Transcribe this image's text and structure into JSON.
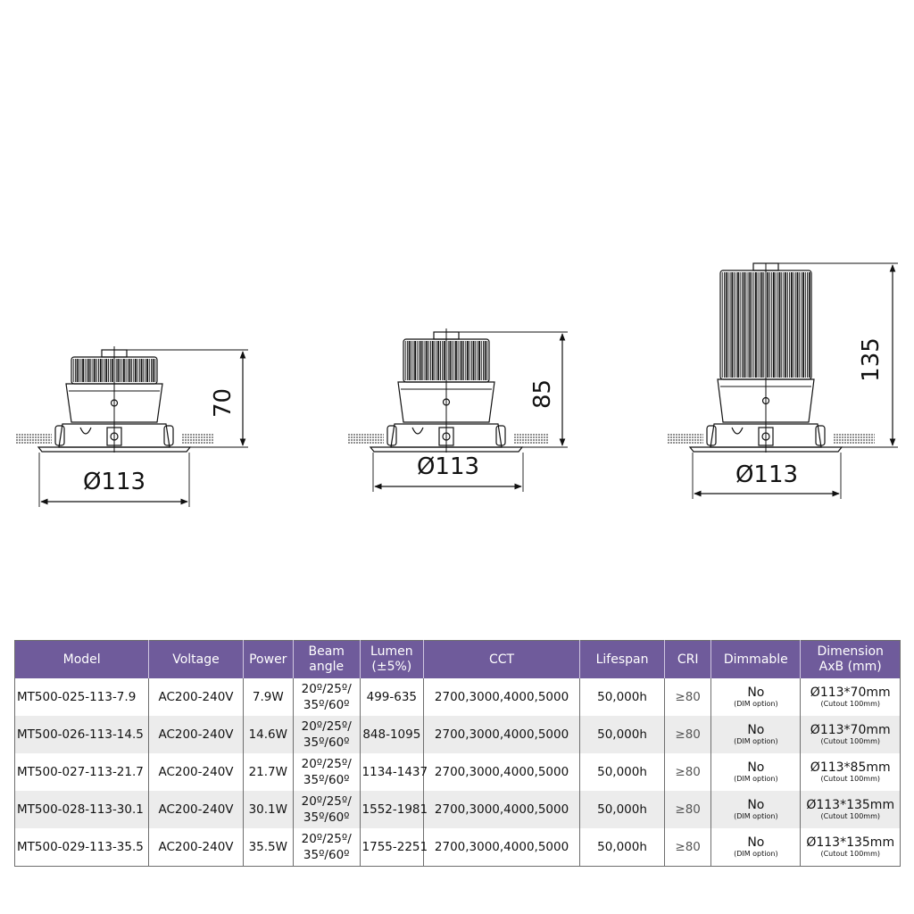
{
  "drawings": [
    {
      "height_label": "70",
      "diameter_label": "Ø113"
    },
    {
      "height_label": "85",
      "diameter_label": "Ø113"
    },
    {
      "height_label": "135",
      "diameter_label": "Ø113"
    }
  ],
  "table": {
    "headers": {
      "model": "Model",
      "voltage": "Voltage",
      "power": "Power",
      "beam_1": "Beam",
      "beam_2": "angle",
      "lumen_1": "Lumen",
      "lumen_2": "(±5%)",
      "cct": "CCT",
      "lifespan": "Lifespan",
      "cri": "CRI",
      "dimmable": "Dimmable",
      "dimension_1": "Dimension",
      "dimension_2": "AxB (mm)"
    },
    "rows": [
      {
        "model": "MT500-025-113-7.9",
        "voltage": "AC200-240V",
        "power": "7.9W",
        "beam_1": "20º/25º/",
        "beam_2": "35º/60º",
        "lumen": "499-635",
        "cct": "2700,3000,4000,5000",
        "lifespan": "50,000h",
        "cri": "≥80",
        "dimmable": "No",
        "dim_option": "(DIM option)",
        "dimension": "Ø113*70mm",
        "cutout": "(Cutout 100mm)"
      },
      {
        "model": "MT500-026-113-14.5",
        "voltage": "AC200-240V",
        "power": "14.6W",
        "beam_1": "20º/25º/",
        "beam_2": "35º/60º",
        "lumen": "848-1095",
        "cct": "2700,3000,4000,5000",
        "lifespan": "50,000h",
        "cri": "≥80",
        "dimmable": "No",
        "dim_option": "(DIM option)",
        "dimension": "Ø113*70mm",
        "cutout": "(Cutout 100mm)"
      },
      {
        "model": "MT500-027-113-21.7",
        "voltage": "AC200-240V",
        "power": "21.7W",
        "beam_1": "20º/25º/",
        "beam_2": "35º/60º",
        "lumen": "1134-1437",
        "cct": "2700,3000,4000,5000",
        "lifespan": "50,000h",
        "cri": "≥80",
        "dimmable": "No",
        "dim_option": "(DIM option)",
        "dimension": "Ø113*85mm",
        "cutout": "(Cutout 100mm)"
      },
      {
        "model": "MT500-028-113-30.1",
        "voltage": "AC200-240V",
        "power": "30.1W",
        "beam_1": "20º/25º/",
        "beam_2": "35º/60º",
        "lumen": "1552-1981",
        "cct": "2700,3000,4000,5000",
        "lifespan": "50,000h",
        "cri": "≥80",
        "dimmable": "No",
        "dim_option": "(DIM option)",
        "dimension": "Ø113*135mm",
        "cutout": "(Cutout 100mm)"
      },
      {
        "model": "MT500-029-113-35.5",
        "voltage": "AC200-240V",
        "power": "35.5W",
        "beam_1": "20º/25º/",
        "beam_2": "35º/60º",
        "lumen": "1755-2251",
        "cct": "2700,3000,4000,5000",
        "lifespan": "50,000h",
        "cri": "≥80",
        "dimmable": "No",
        "dim_option": "(DIM option)",
        "dimension": "Ø113*135mm",
        "cutout": "(Cutout 100mm)"
      }
    ]
  }
}
